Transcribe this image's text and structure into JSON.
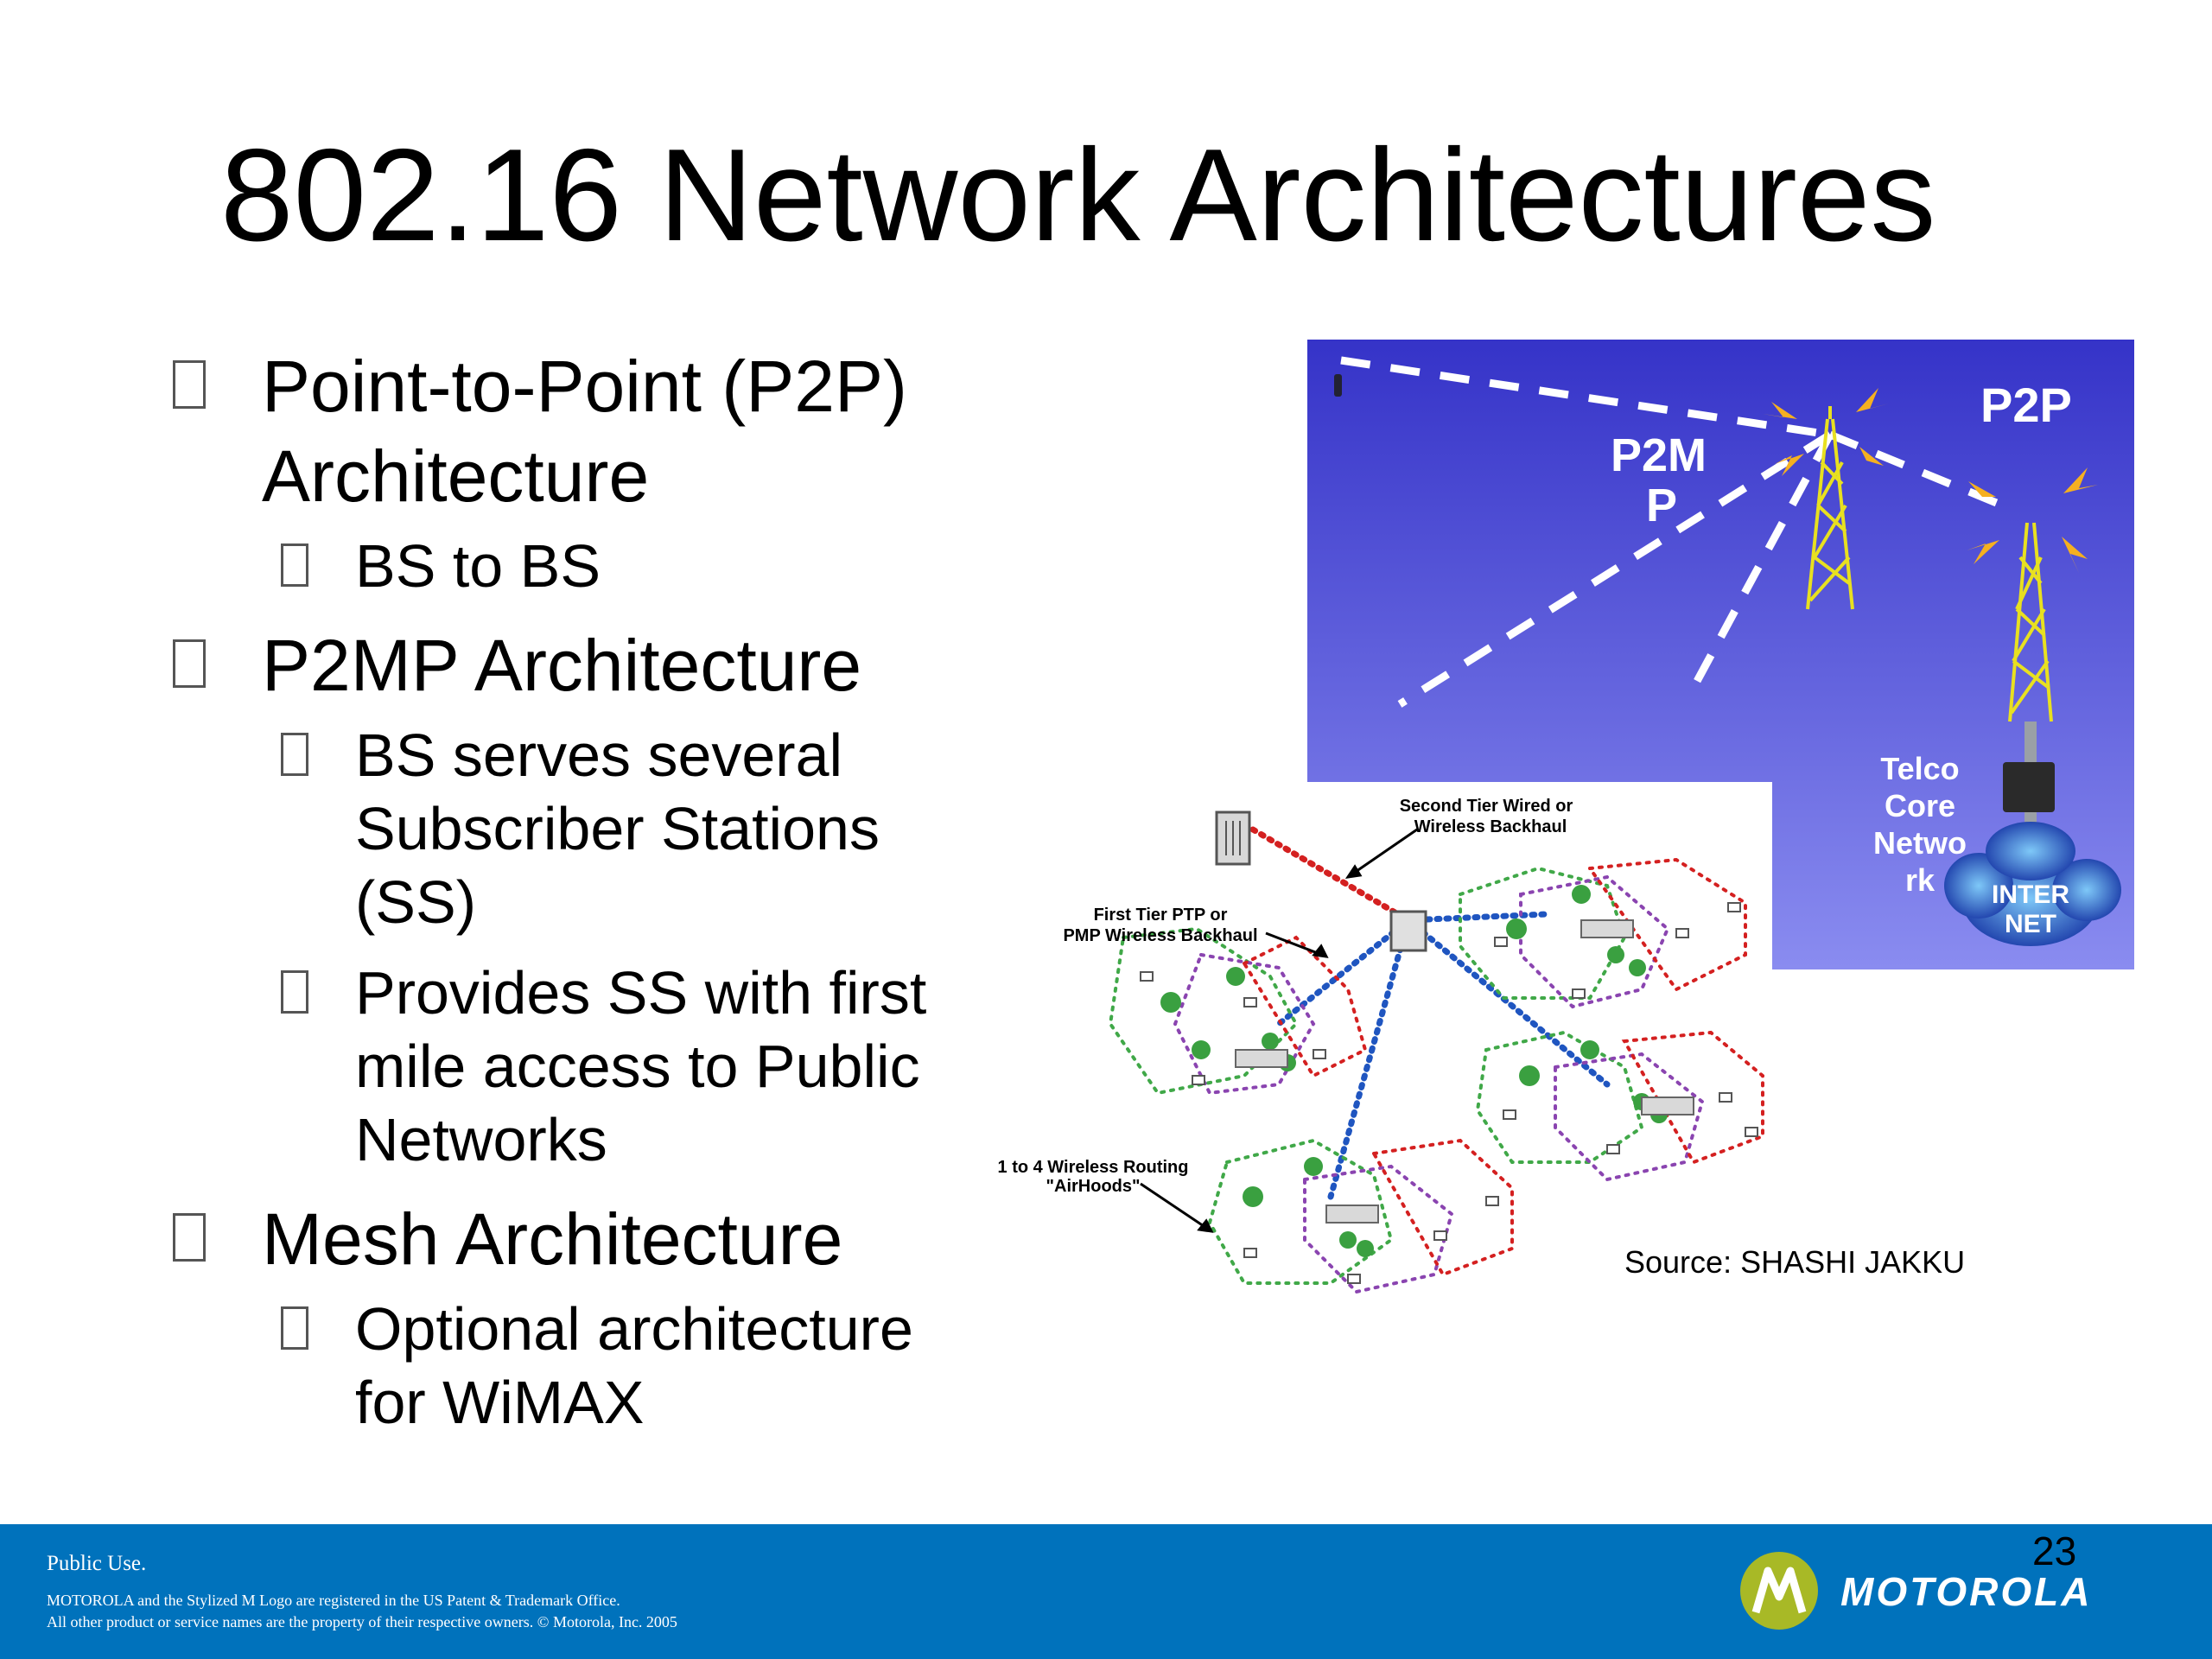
{
  "title": "802.16 Network Architectures",
  "bullets": [
    {
      "text": "Point-to-Point (P2P) Architecture",
      "sub": [
        "BS to BS"
      ]
    },
    {
      "text": "P2MP Architecture",
      "sub": [
        "BS serves several Subscriber Stations (SS)",
        "Provides SS with first mile access to Public Networks"
      ]
    },
    {
      "text": "Mesh Architecture",
      "sub": [
        "Optional architecture for WiMAX"
      ]
    }
  ],
  "diagram": {
    "p2p_label": "P2P",
    "p2mp_label_line1": "P2M",
    "p2mp_label_line2": "P",
    "telco_lines": [
      "Telco",
      "Core",
      "Netwo",
      "rk"
    ],
    "internet_lines": [
      "INTER",
      "NET"
    ],
    "second_tier_lines": [
      "Second Tier Wired or",
      "Wireless Backhaul"
    ],
    "first_tier_lines": [
      "First Tier PTP or",
      "PMP Wireless Backhaul"
    ],
    "routing_lines": [
      "1 to 4 Wireless Routing",
      "\"AirHoods\""
    ],
    "colors": {
      "sky_top": "#3533c8",
      "sky_bottom": "#8a8cf0",
      "backhaul_red": "#d42020",
      "link_blue": "#1f55c0",
      "mesh_green": "#40a848",
      "mesh_purple": "#8a44b0",
      "lightning": "#f5b020",
      "tower": "#e8e020"
    }
  },
  "source": "Source: SHASHI JAKKU",
  "footer": {
    "public_use": "Public Use.",
    "legal_line1": "MOTOROLA and the Stylized M Logo are registered in the US Patent & Trademark Office.",
    "legal_line2": "All other product or service names are the property of their respective owners. © Motorola, Inc. 2005",
    "brand": "MOTOROLA",
    "color": "#0072bc"
  },
  "slide_number": "23"
}
